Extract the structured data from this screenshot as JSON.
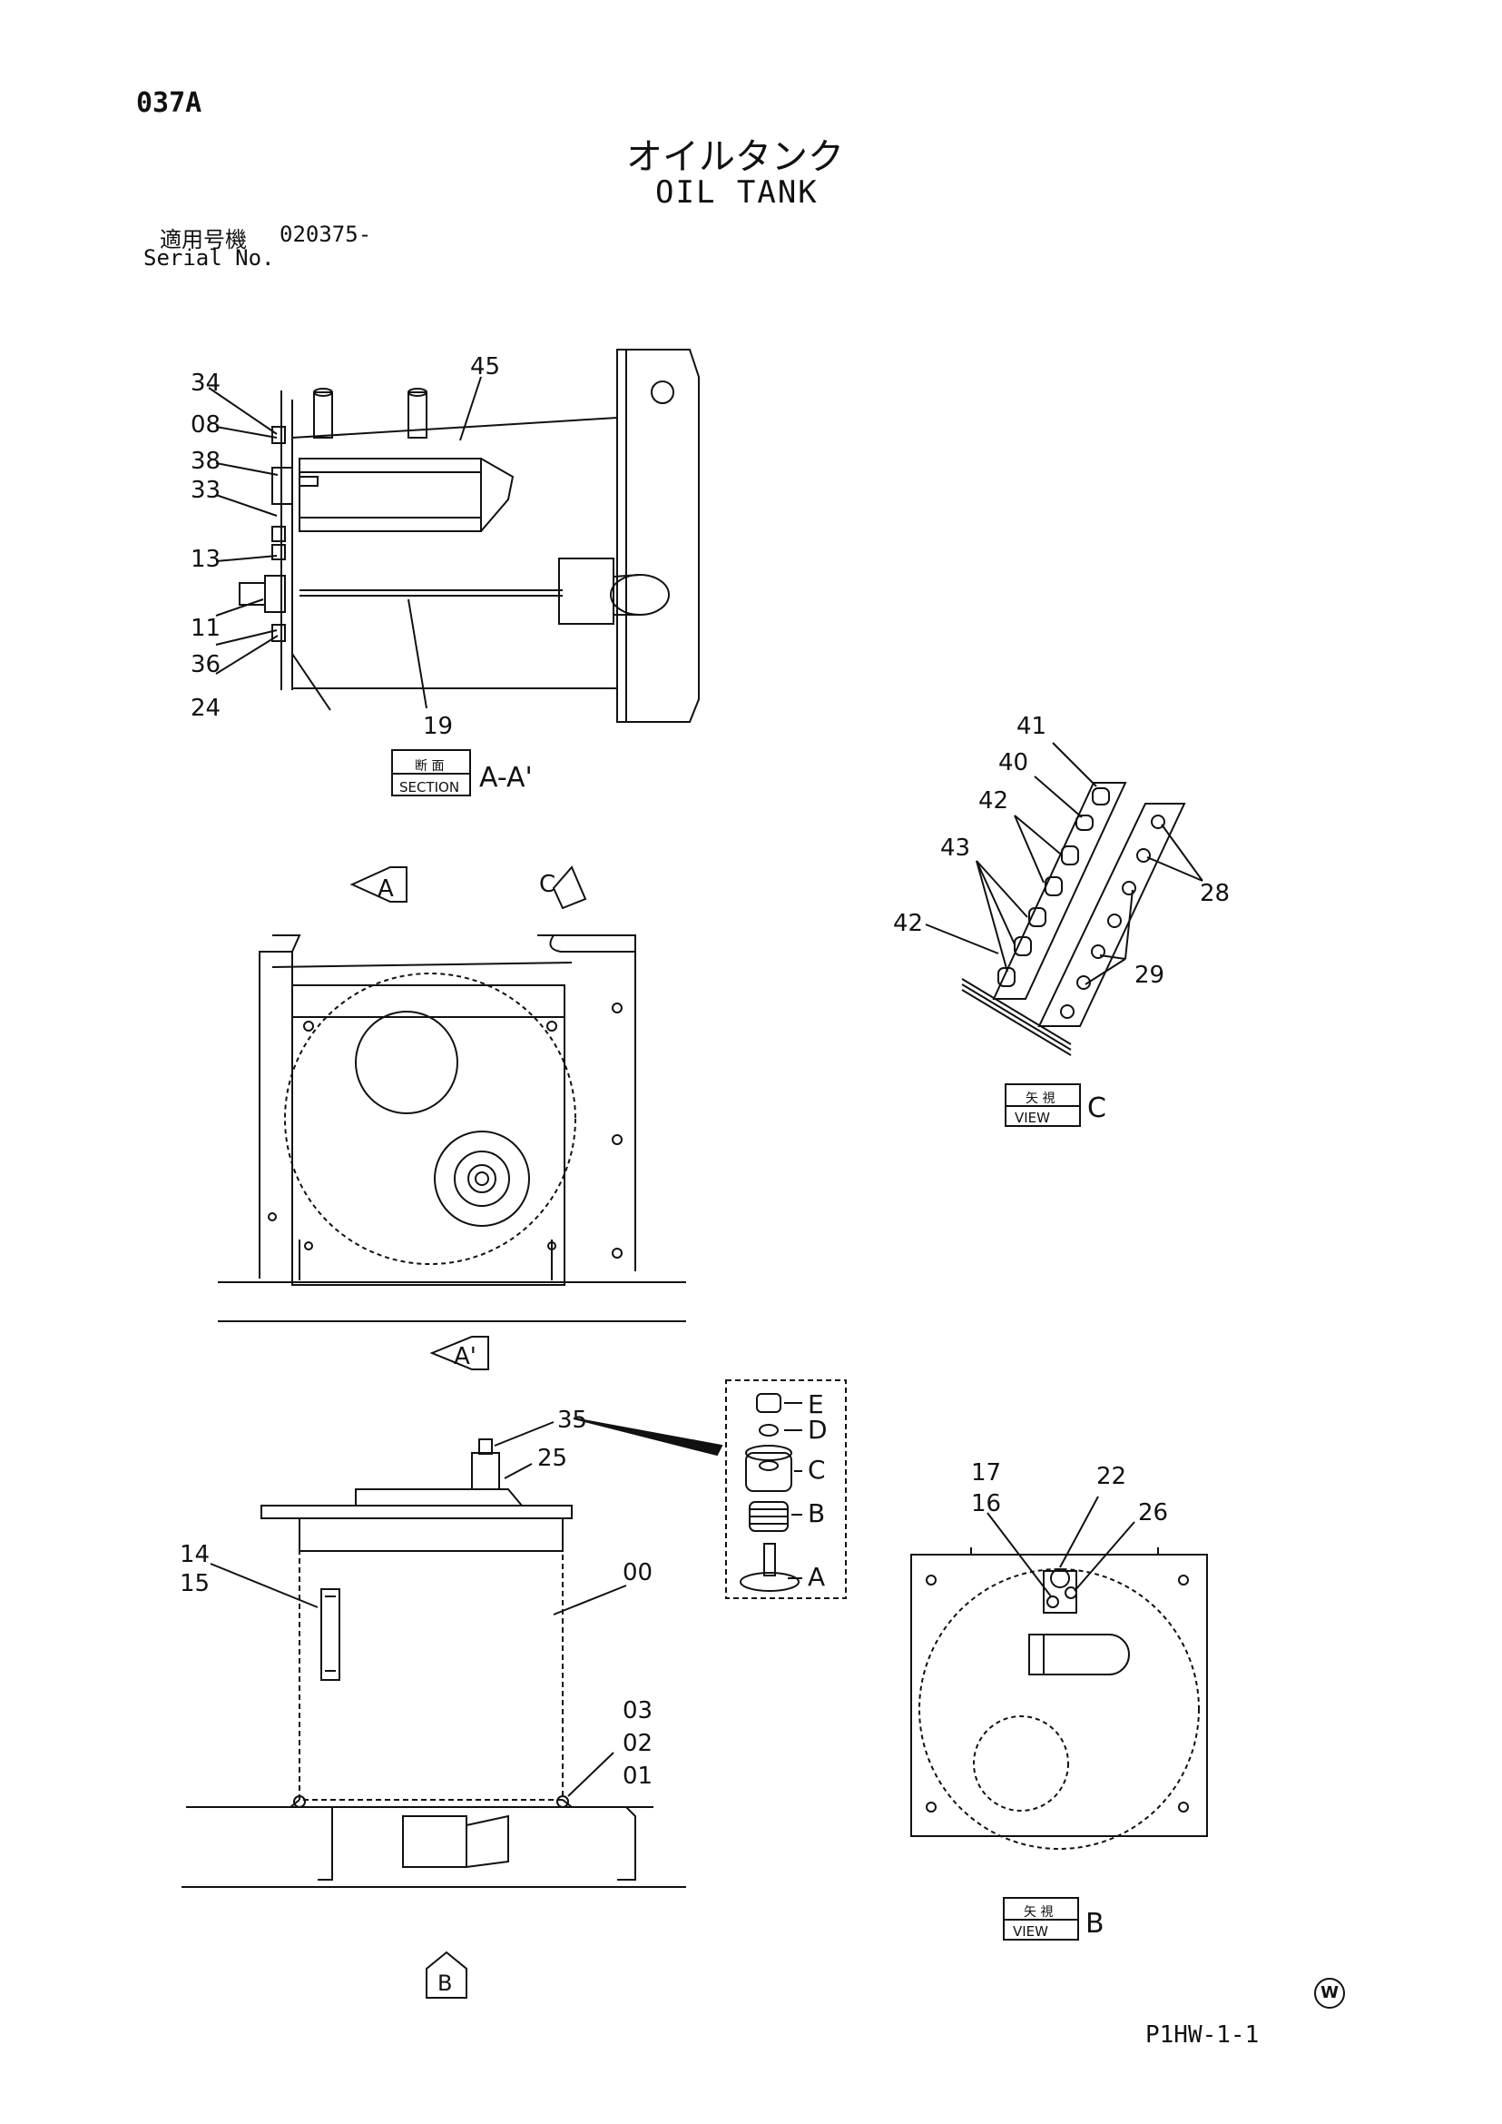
{
  "header": {
    "page_code": "037A",
    "title_jp": "オイルタンク",
    "title_en": "OIL TANK",
    "serial_label_jp": "適用号機",
    "serial_value": "020375-",
    "serial_label_en": "Serial No."
  },
  "footer": {
    "doc_code": "P1HW-1-1",
    "mark": "W"
  },
  "section_aa": {
    "labels": {
      "l34": "34",
      "l08": "08",
      "l38": "38",
      "l33": "33",
      "l13": "13",
      "l11": "11",
      "l36": "36",
      "l24": "24",
      "l45": "45",
      "l19": "19"
    },
    "caption_jp": "断 面",
    "caption_en": "SECTION",
    "caption_id": "A-A'"
  },
  "view_c": {
    "labels": {
      "l41": "41",
      "l40": "40",
      "l42a": "42",
      "l43": "43",
      "l42b": "42",
      "l28": "28",
      "l29": "29"
    },
    "caption_jp": "矢 視",
    "caption_en": "VIEW",
    "caption_id": "C"
  },
  "arrows": {
    "a": "A",
    "c": "C",
    "a_prime": "A'",
    "b": "B"
  },
  "front_view": {
    "labels": {
      "l35": "35",
      "l25": "25",
      "l14": "14",
      "l15": "15",
      "l00": "00",
      "l03": "03",
      "l02": "02",
      "l01": "01"
    }
  },
  "detail_stack": {
    "labels": {
      "e": "E",
      "d": "D",
      "c": "C",
      "b": "B",
      "a": "A"
    }
  },
  "view_b": {
    "labels": {
      "l17": "17",
      "l16": "16",
      "l22": "22",
      "l26": "26"
    },
    "caption_jp": "矢 視",
    "caption_en": "VIEW",
    "caption_id": "B"
  }
}
